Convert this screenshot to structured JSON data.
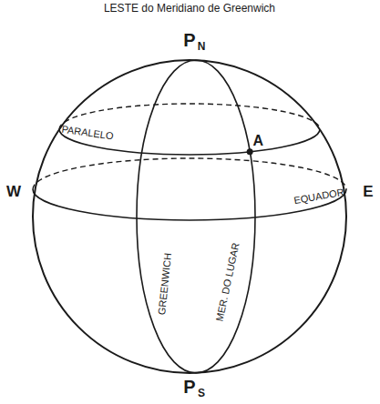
{
  "diagram": {
    "labels": [
      "LESTE do Meridiano de Greenwich",
      "P",
      "N",
      "A",
      "PARALELO",
      "W",
      "E",
      "EQUADOR",
      "GREENWICH",
      "MER. DO LUGAR",
      "P",
      "S"
    ]
  }
}
